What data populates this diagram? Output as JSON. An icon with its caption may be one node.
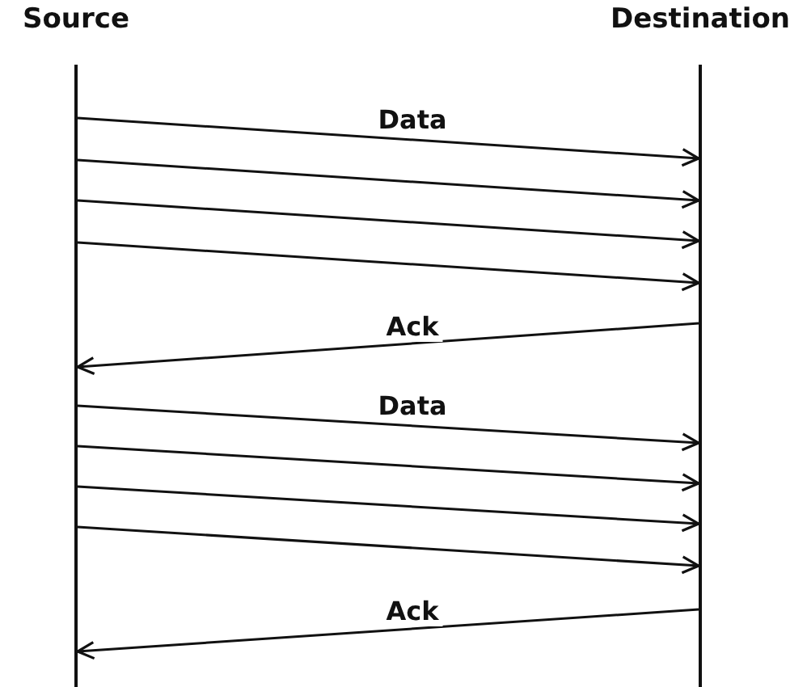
{
  "diagram": {
    "nodes": [
      {
        "text": [
          "Source"
        ]
      },
      {
        "text": [
          "Destination"
        ]
      }
    ],
    "edges": [
      {
        "from": 0,
        "to": 1,
        "arrow": "to",
        "label": "Data"
      },
      {
        "from": 0,
        "to": 1,
        "arrow": "to"
      },
      {
        "from": 0,
        "to": 1,
        "arrow": "to"
      },
      {
        "from": 0,
        "to": 1,
        "arrow": "to"
      },
      {
        "from": 1,
        "to": 0,
        "arrow": "to",
        "label": "Ack"
      },
      {
        "from": 0,
        "to": 1,
        "arrow": "to",
        "label": "Data"
      },
      {
        "from": 0,
        "to": 1,
        "arrow": "to"
      },
      {
        "from": 0,
        "to": 1,
        "arrow": "to"
      },
      {
        "from": 0,
        "to": 1,
        "arrow": "to"
      },
      {
        "from": 1,
        "to": 0,
        "arrow": "to",
        "label": "Ack"
      }
    ]
  }
}
